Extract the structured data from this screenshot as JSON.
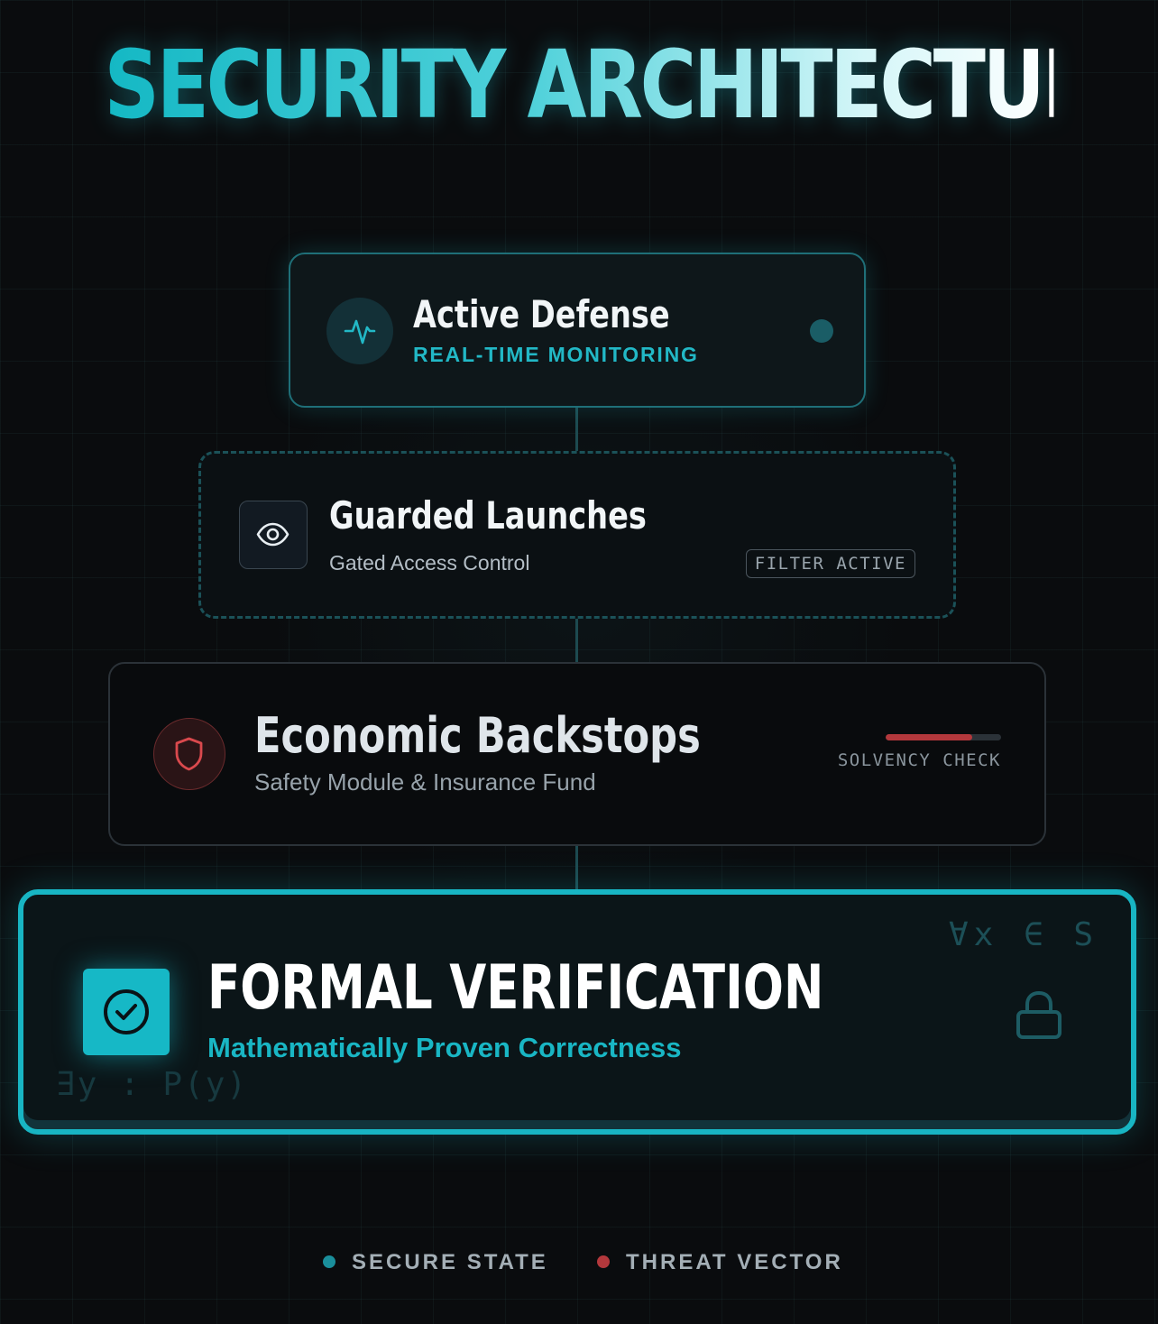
{
  "title": "SECURITY ARCHITECTURE",
  "layers": [
    {
      "name": "Active Defense",
      "subtitle": "REAL-TIME MONITORING",
      "icon": "pulse-icon",
      "status_indicator": "active"
    },
    {
      "name": "Guarded Launches",
      "subtitle": "Gated Access Control",
      "icon": "eye-icon",
      "badge": "FILTER ACTIVE"
    },
    {
      "name": "Economic Backstops",
      "subtitle": "Safety Module & Insurance Fund",
      "icon": "shield-icon",
      "indicator_label": "SOLVENCY CHECK",
      "indicator_level": 0.75
    },
    {
      "name": "FORMAL VERIFICATION",
      "subtitle": "Mathematically Proven Correctness",
      "icon": "check-circle-icon",
      "decor_formula_1": "∀x ∈ S",
      "decor_formula_2": "∃y : P(y)",
      "decor_icon": "lock-icon"
    }
  ],
  "legend": [
    {
      "label": "SECURE STATE",
      "color": "#1a8f9b"
    },
    {
      "label": "THREAT VECTOR",
      "color": "#b3383c"
    }
  ],
  "colors": {
    "accent": "#18b5c3",
    "threat": "#b3383c",
    "background": "#0a0c0e"
  }
}
